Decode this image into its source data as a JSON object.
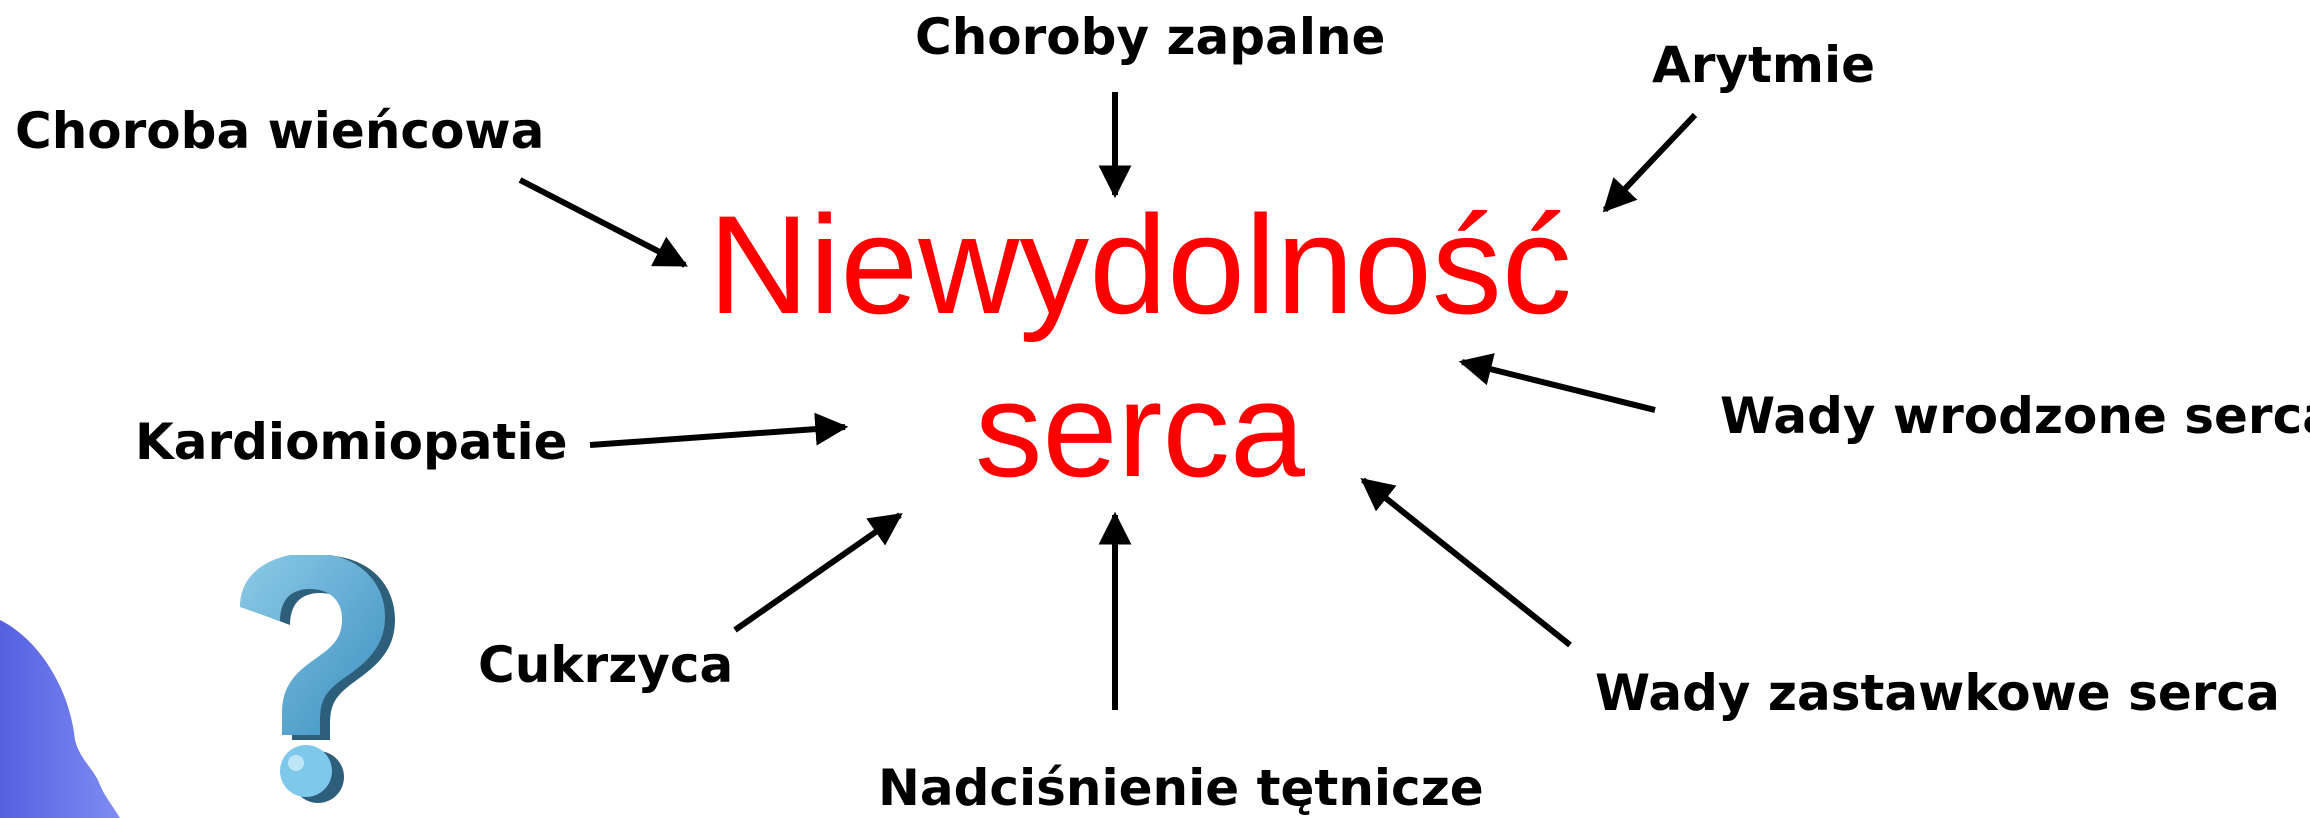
{
  "diagram": {
    "center": {
      "line1": "Niewydolność",
      "line2": "serca",
      "color": "#ff0000"
    },
    "causes": {
      "coronary": "Choroba wieńcowa",
      "inflammatory": "Choroby zapalne",
      "arrhythmia": "Arytmie",
      "cardiomyopathy": "Kardiomiopatie",
      "congenital": "Wady wrodzone serca",
      "diabetes": "Cukrzyca",
      "hypertension": "Nadciśnienie tętnicze",
      "valvular": "Wady zastawkowe serca"
    },
    "arrow_color": "#000000",
    "icons": [
      "question-mark-icon",
      "head-silhouette-icon"
    ]
  }
}
